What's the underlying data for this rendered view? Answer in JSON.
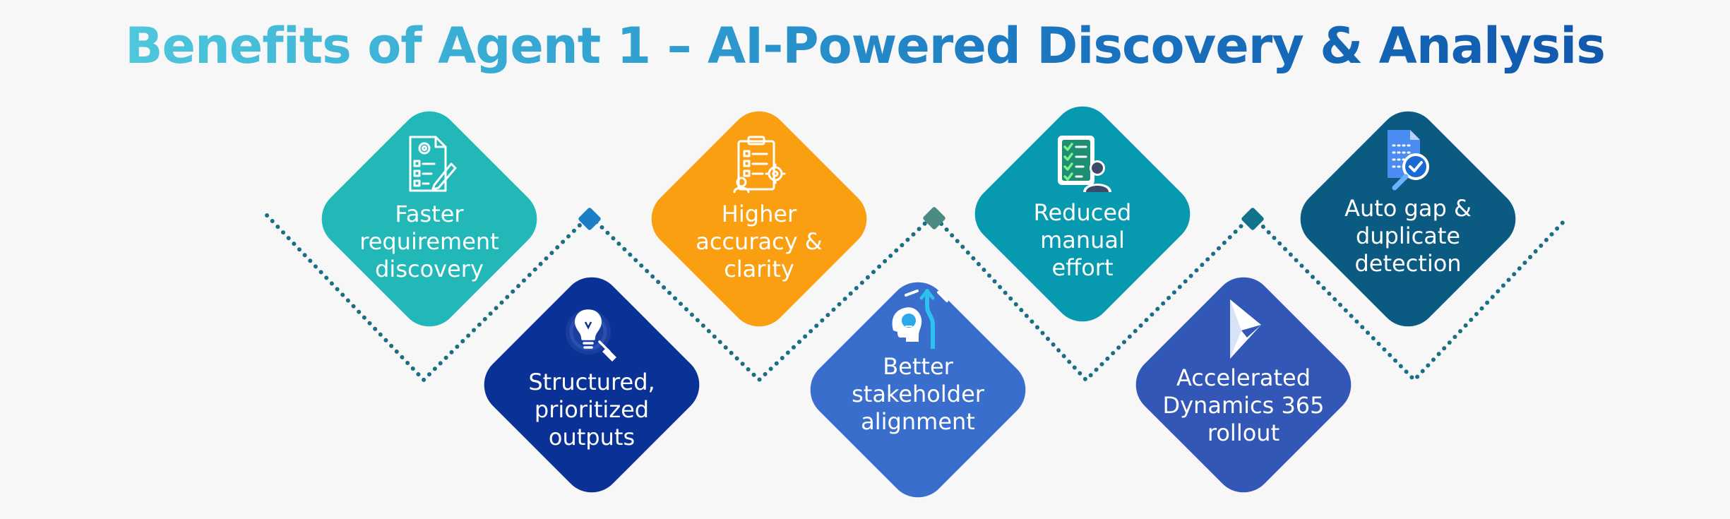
{
  "title": "Benefits of Agent 1 – AI-Powered Discovery & Analysis",
  "dot_color": "#1a6e86",
  "benefits": [
    {
      "label": "Faster\nrequirement\ndiscovery",
      "color": "#22b8b8",
      "icon": "document-gear-checklist-icon"
    },
    {
      "label": "Structured,\nprioritized\noutputs",
      "color": "#0a3296",
      "icon": "lightbulb-search-icon"
    },
    {
      "label": "Higher\naccuracy &\nclarity",
      "color": "#fa9f12",
      "icon": "clipboard-checklist-icon"
    },
    {
      "label": "Better\nstakeholder\nalignment",
      "color": "#3a6ecd",
      "icon": "head-lightbulb-arrows-icon"
    },
    {
      "label": "Reduced\nmanual\neffort",
      "color": "#0799b0",
      "icon": "checklist-user-icon"
    },
    {
      "label": "Accelerated\nDynamics 365\nrollout",
      "color": "#3357b6",
      "icon": "dynamics-365-logo-icon"
    },
    {
      "label": "Auto gap &\nduplicate\ndetection",
      "color": "#0a5a82",
      "icon": "document-magnifier-check-icon"
    }
  ],
  "markers": [
    {
      "color": "#1a7fc4"
    },
    {
      "color": "#4a8a82"
    },
    {
      "color": "#10738a"
    }
  ]
}
